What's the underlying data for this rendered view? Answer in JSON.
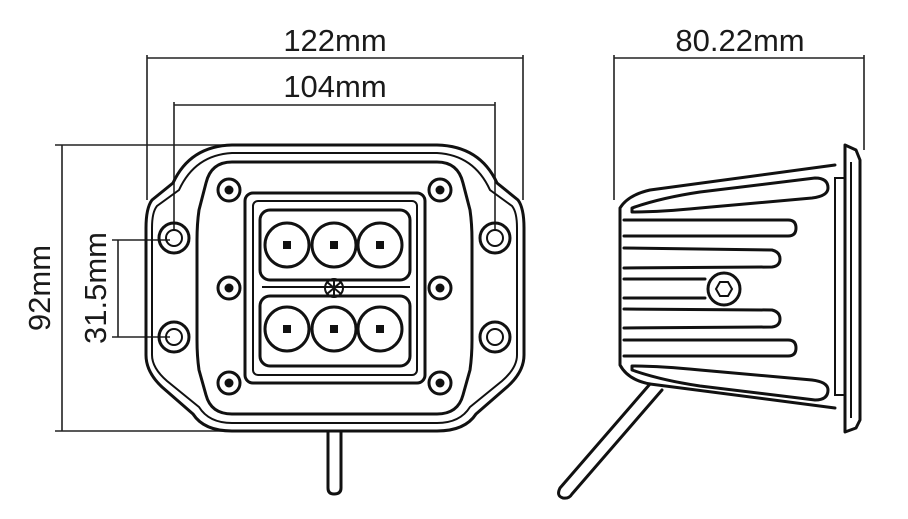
{
  "dimensions": {
    "overall_width": "122mm",
    "bolt_spacing_width": "104mm",
    "depth": "80.22mm",
    "height": "92mm",
    "bolt_spacing_height": "31.5mm"
  },
  "colors": {
    "ink": "#111111",
    "background": "#ffffff"
  }
}
